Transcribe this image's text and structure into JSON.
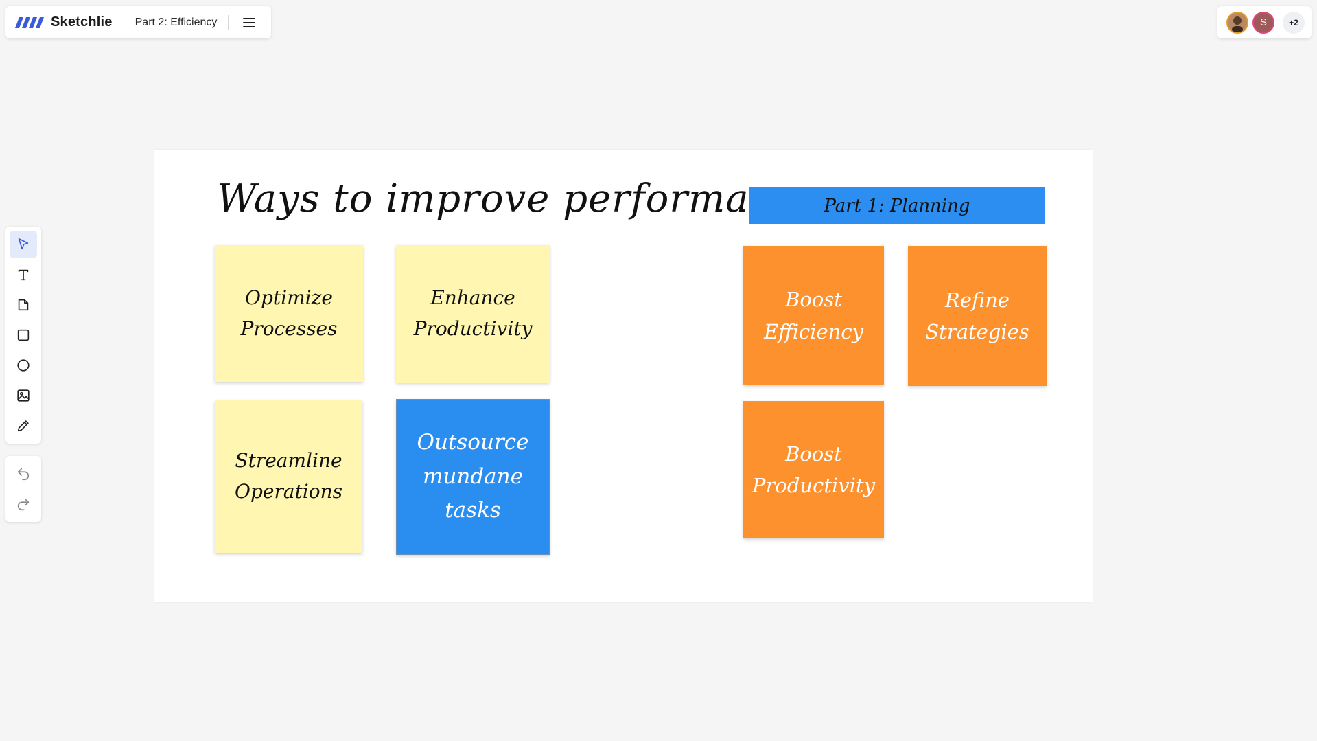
{
  "app": {
    "name": "Sketchlie",
    "board_name": "Part 2: Efficiency"
  },
  "collaborators": {
    "second_avatar_letter": "S",
    "more_count": "+2"
  },
  "toolbar": {
    "tools": [
      "select",
      "text",
      "sticky-note",
      "rectangle",
      "ellipse",
      "image",
      "pen"
    ],
    "active_tool": "select",
    "history": [
      "undo",
      "redo"
    ]
  },
  "canvas": {
    "title": "Ways to improve performance",
    "section_label": "Part 1: Planning",
    "sticky_notes": [
      {
        "color": "yellow",
        "text": "Optimize Processes"
      },
      {
        "color": "yellow",
        "text": "Enhance Productivity"
      },
      {
        "color": "yellow",
        "text": "Streamline Operations"
      },
      {
        "color": "blue",
        "text": "Outsource mundane tasks"
      },
      {
        "color": "orange",
        "text": "Boost Efficiency"
      },
      {
        "color": "orange",
        "text": "Refine Strategies"
      },
      {
        "color": "orange",
        "text": "Boost Productivity"
      }
    ]
  },
  "colors": {
    "accent": "#3b5bdb",
    "yellow_note": "#fff7b1",
    "blue_note": "#2a8ef0",
    "orange_note": "#fd912d",
    "banner": "#2b8ef0"
  }
}
